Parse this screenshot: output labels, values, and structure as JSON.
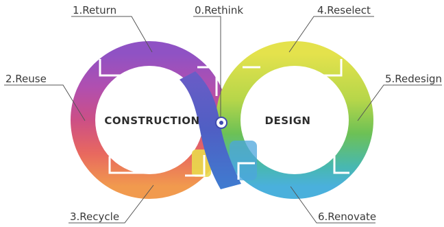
{
  "loop": {
    "left_center_label": "CONSTRUCTION",
    "right_center_label": "DESIGN"
  },
  "stages": [
    {
      "id": "rethink",
      "label": "0.Rethink",
      "color": "#5a63c8"
    },
    {
      "id": "return",
      "label": "1.Return",
      "color": "#9b55c0"
    },
    {
      "id": "reuse",
      "label": "2.Reuse",
      "color": "#c8508c"
    },
    {
      "id": "recycle",
      "label": "3.Recycle",
      "color": "#ef8a4c"
    },
    {
      "id": "reselect",
      "label": "4.Reselect",
      "color": "#d9e24a"
    },
    {
      "id": "redesign",
      "label": "5.Redesign",
      "color": "#7cc34a"
    },
    {
      "id": "renovate",
      "label": "6.Renovate",
      "color": "#4cb6d6"
    }
  ]
}
